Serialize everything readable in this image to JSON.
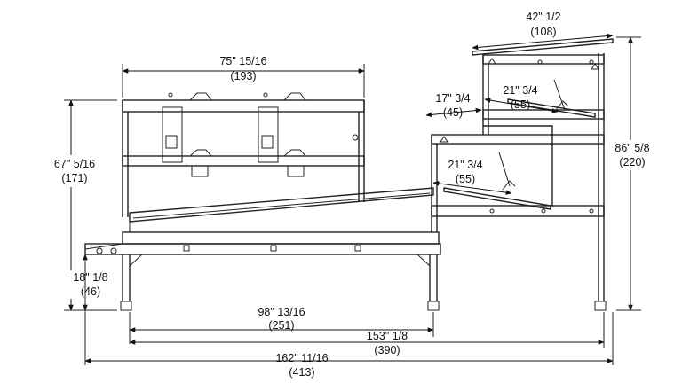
{
  "dimensions": {
    "width_top_rear": {
      "inches": "42\" 1/2",
      "mm": "(108)"
    },
    "width_frame": {
      "inches": "75\" 15/16",
      "mm": "(193)"
    },
    "shelf_step": {
      "inches": "17\" 3/4",
      "mm": "(45)"
    },
    "upper_tray": {
      "inches": "21\" 3/4",
      "mm": "(55)"
    },
    "lower_tray": {
      "inches": "21\" 3/4",
      "mm": "(55)"
    },
    "height_frame": {
      "inches": "67\" 5/16",
      "mm": "(171)"
    },
    "height_total": {
      "inches": "86\" 5/8",
      "mm": "(220)"
    },
    "height_feed": {
      "inches": "18\" 1/8",
      "mm": "(46)"
    },
    "length_front": {
      "inches": "98\" 13/16",
      "mm": "(251)"
    },
    "length_mid": {
      "inches": "153\" 1/8",
      "mm": "(390)"
    },
    "length_total": {
      "inches": "162\" 11/16",
      "mm": "(413)"
    }
  }
}
